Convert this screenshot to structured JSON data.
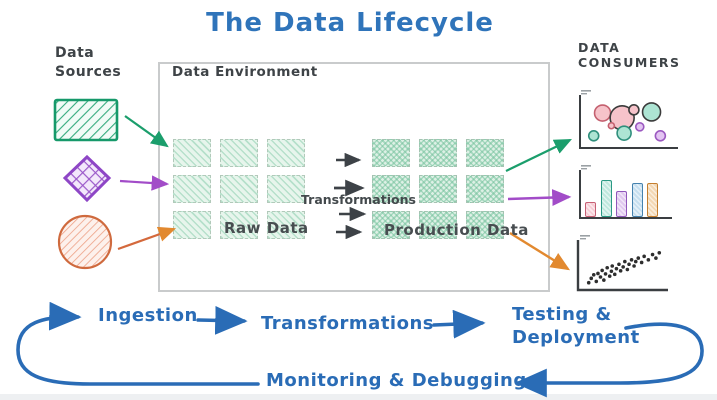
{
  "title": "The Data Lifecycle",
  "data_sources": {
    "label": "Data\nSources"
  },
  "data_environment": {
    "label": "Data Environment",
    "raw_label": "Raw Data",
    "production_label": "Production Data",
    "transformations_label": "Transformations",
    "raw_grid": {
      "rows": 3,
      "cols": 3
    },
    "production_grid": {
      "rows": 3,
      "cols": 3
    }
  },
  "data_consumers": {
    "label": "DATA\nCONSUMERS"
  },
  "lifecycle": {
    "step1": "Ingestion",
    "step2": "Transformations",
    "step3": "Testing &\nDeployment",
    "step4": "Monitoring & Debugging"
  },
  "colors": {
    "accent_blue": "#2a6cb6",
    "title_blue": "#2f74ba",
    "green": "#17996b",
    "purple": "#9149c8",
    "orange": "#d4693c",
    "dark_arrow": "#3d4247",
    "teal_cell_fill": "#e7f5ec"
  },
  "chart_data": [
    {
      "type": "bubble",
      "title": "consumer-bubble-chart",
      "bubbles": [
        {
          "x": 23,
          "y": 66,
          "r": 8,
          "fill": "#f6c3ca",
          "stroke": "#c4606f"
        },
        {
          "x": 43,
          "y": 57,
          "r": 12,
          "fill": "#f6c3ca",
          "stroke": "#3b3b3b"
        },
        {
          "x": 55,
          "y": 72,
          "r": 5,
          "fill": "#f6c3ca",
          "stroke": "#3b3b3b"
        },
        {
          "x": 73,
          "y": 68,
          "r": 9,
          "fill": "#ade4d3",
          "stroke": "#3b3b3b"
        },
        {
          "x": 45,
          "y": 28,
          "r": 7,
          "fill": "#ade4d3",
          "stroke": "#2f8f7c"
        },
        {
          "x": 14,
          "y": 23,
          "r": 5,
          "fill": "#ade4d3",
          "stroke": "#2f8f7c"
        },
        {
          "x": 32,
          "y": 42,
          "r": 3,
          "fill": "#f6c3ca",
          "stroke": "#c4606f"
        },
        {
          "x": 61,
          "y": 40,
          "r": 4,
          "fill": "#e3c4f2",
          "stroke": "#9b59c0"
        },
        {
          "x": 82,
          "y": 23,
          "r": 5,
          "fill": "#e3c4f2",
          "stroke": "#9b59c0"
        }
      ]
    },
    {
      "type": "bar",
      "title": "consumer-bar-chart",
      "values": [
        2,
        5,
        3.5,
        4.5,
        4.5
      ],
      "ylim": [
        0,
        5.5
      ],
      "bar_colors": [
        {
          "fill": "#f6ccd4",
          "stroke": "#c75f74"
        },
        {
          "fill": "#bfe8de",
          "stroke": "#2a9984"
        },
        {
          "fill": "#e0c8ef",
          "stroke": "#9057bb"
        },
        {
          "fill": "#c6dff0",
          "stroke": "#4582ae"
        },
        {
          "fill": "#f3d8b4",
          "stroke": "#c57f2e"
        }
      ]
    },
    {
      "type": "scatter",
      "title": "consumer-scatter-chart",
      "trend": "upward",
      "point_color": "#2e2e2e",
      "points": [
        [
          8,
          12
        ],
        [
          11,
          22
        ],
        [
          14,
          30
        ],
        [
          17,
          15
        ],
        [
          19,
          33
        ],
        [
          22,
          25
        ],
        [
          24,
          40
        ],
        [
          26,
          18
        ],
        [
          28,
          32
        ],
        [
          30,
          46
        ],
        [
          33,
          27
        ],
        [
          35,
          38
        ],
        [
          36,
          50
        ],
        [
          39,
          31
        ],
        [
          41,
          44
        ],
        [
          44,
          54
        ],
        [
          46,
          39
        ],
        [
          49,
          48
        ],
        [
          51,
          60
        ],
        [
          54,
          42
        ],
        [
          56,
          54
        ],
        [
          59,
          64
        ],
        [
          62,
          50
        ],
        [
          64,
          60
        ],
        [
          67,
          68
        ],
        [
          71,
          58
        ],
        [
          74,
          72
        ],
        [
          79,
          64
        ],
        [
          84,
          76
        ],
        [
          88,
          68
        ],
        [
          92,
          80
        ]
      ]
    }
  ]
}
